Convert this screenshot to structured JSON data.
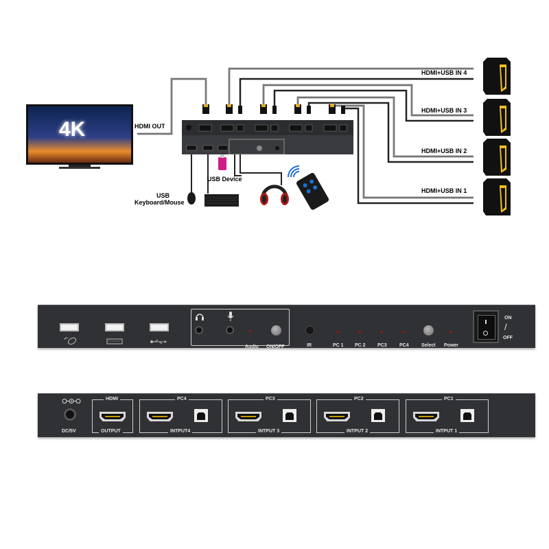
{
  "diagram": {
    "tv_label": "4K",
    "hdmi_out_label": "HDMI OUT",
    "usb_device_label": "USB Device",
    "usb_km_label_line1": "USB",
    "usb_km_label_line2": "Keyboard/Mouse",
    "inputs": [
      "HDMI+USB IN 4",
      "HDMI+USB IN 3",
      "HDMI+USB IN 2",
      "HDMI+USB IN 1"
    ]
  },
  "front_panel": {
    "audio_label": "Audio",
    "onoff_label": "ON/OFF",
    "ir_label": "IR",
    "pc_labels": [
      "PC 1",
      "PC 2",
      "PC3",
      "PC4"
    ],
    "select_label": "Select",
    "power_label": "Power",
    "switch_on": "ON",
    "switch_slash": "/",
    "switch_off": "OFF"
  },
  "rear_panel": {
    "dc_label": "DC/5V",
    "hdmi_label": "HDMI",
    "output_label": "OUTPUT",
    "groups": [
      {
        "top": "PC4",
        "bottom": "INTPUT4"
      },
      {
        "top": "PC3",
        "bottom": "INTPUT 3"
      },
      {
        "top": "PC2",
        "bottom": "INTPUT 2"
      },
      {
        "top": "PC1",
        "bottom": "INTPUT 1"
      }
    ]
  },
  "colors": {
    "panel": "#303134",
    "led": "#8b1a1a",
    "accent": "#f0c020",
    "remote_button": "#1e6fd6"
  }
}
